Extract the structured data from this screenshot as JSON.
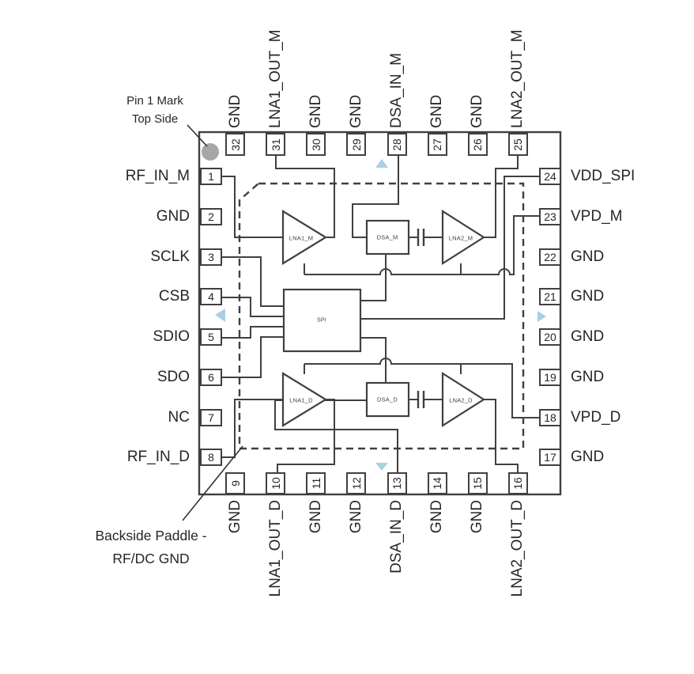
{
  "annotations": {
    "pin1_mark_line1": "Pin 1 Mark",
    "pin1_mark_line2": "Top Side",
    "paddle_line1": "Backside Paddle -",
    "paddle_line2": "RF/DC GND"
  },
  "blocks": {
    "lna1_m": "LNA1_M",
    "dsa_m": "DSA_M",
    "lna2_m": "LNA2_M",
    "spi": "SPI",
    "lna1_d": "LNA1_D",
    "dsa_d": "DSA_D",
    "lna2_d": "LNA2_D"
  },
  "pins": {
    "left": [
      {
        "num": "1",
        "label": "RF_IN_M"
      },
      {
        "num": "2",
        "label": "GND"
      },
      {
        "num": "3",
        "label": "SCLK"
      },
      {
        "num": "4",
        "label": "CSB"
      },
      {
        "num": "5",
        "label": "SDIO"
      },
      {
        "num": "6",
        "label": "SDO"
      },
      {
        "num": "7",
        "label": "NC"
      },
      {
        "num": "8",
        "label": "RF_IN_D"
      }
    ],
    "right": [
      {
        "num": "24",
        "label": "VDD_SPI"
      },
      {
        "num": "23",
        "label": "VPD_M"
      },
      {
        "num": "22",
        "label": "GND"
      },
      {
        "num": "21",
        "label": "GND"
      },
      {
        "num": "20",
        "label": "GND"
      },
      {
        "num": "19",
        "label": "GND"
      },
      {
        "num": "18",
        "label": "VPD_D"
      },
      {
        "num": "17",
        "label": "GND"
      }
    ],
    "top": [
      {
        "num": "32",
        "label": "GND"
      },
      {
        "num": "31",
        "label": "LNA1_OUT_M"
      },
      {
        "num": "30",
        "label": "GND"
      },
      {
        "num": "29",
        "label": "GND"
      },
      {
        "num": "28",
        "label": "DSA_IN_M"
      },
      {
        "num": "27",
        "label": "GND"
      },
      {
        "num": "26",
        "label": "GND"
      },
      {
        "num": "25",
        "label": "LNA2_OUT_M"
      }
    ],
    "bottom": [
      {
        "num": "9",
        "label": "GND"
      },
      {
        "num": "10",
        "label": "LNA1_OUT_D"
      },
      {
        "num": "11",
        "label": "GND"
      },
      {
        "num": "12",
        "label": "GND"
      },
      {
        "num": "13",
        "label": "DSA_IN_D"
      },
      {
        "num": "14",
        "label": "GND"
      },
      {
        "num": "15",
        "label": "GND"
      },
      {
        "num": "16",
        "label": "LNA2_OUT_D"
      }
    ]
  },
  "colors": {
    "line": "#404040",
    "text": "#262626",
    "nav_arrow": "#a9cfe4",
    "pin1_dot": "#a6a6a6"
  }
}
